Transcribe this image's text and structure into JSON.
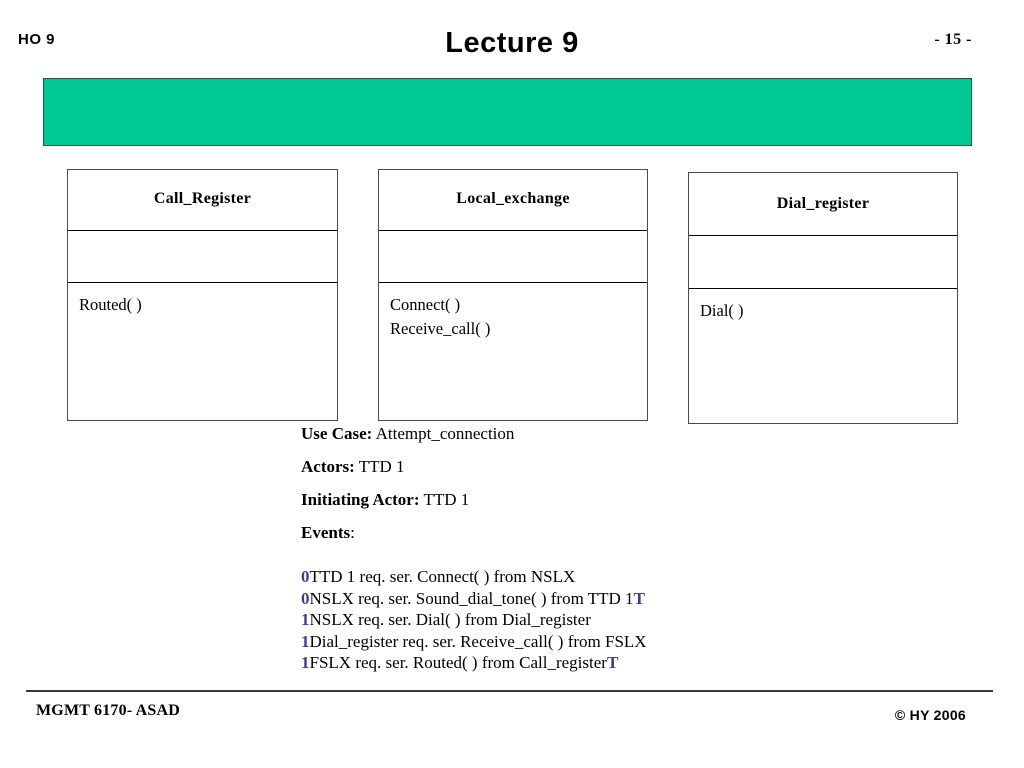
{
  "header": {
    "handout_label": "HO  9",
    "title": "Lecture  9",
    "page_number": "- 15 -"
  },
  "banner": {
    "color": "#00c894",
    "text": ""
  },
  "class_diagram": {
    "boxes": [
      {
        "name": "Call_Register",
        "attributes": "",
        "operations": "Routed( )"
      },
      {
        "name": "Local_exchange",
        "attributes": "",
        "operations_line1": "Connect( )",
        "operations_line2": "Receive_call( )"
      },
      {
        "name": "Dial_register",
        "attributes": "",
        "operations": "Dial( )"
      }
    ]
  },
  "use_case": {
    "rows": [
      {
        "key": "Use Case:",
        "value": " Attempt_connection"
      },
      {
        "key": "Actors:",
        "value": " TTD 1"
      },
      {
        "key": "Initiating Actor:",
        "value": " TTD 1"
      },
      {
        "key": "Events",
        "value": ":"
      }
    ]
  },
  "events": {
    "accent_color": "#3b3f8c",
    "lines": [
      {
        "num": "0",
        "text": "TTD 1 req. ser. Connect( ) from NSLX",
        "tail": ""
      },
      {
        "num": "0",
        "text": "NSLX req. ser. Sound_dial_tone( ) from TTD 1",
        "tail": "T"
      },
      {
        "num": "1",
        "text": "NSLX req. ser. Dial( ) from Dial_register",
        "tail": ""
      },
      {
        "num": "1",
        "text": "Dial_register req. ser. Receive_call( ) from FSLX",
        "tail": ""
      },
      {
        "num": "1",
        "text": "FSLX  req. ser. Routed( ) from Call_register",
        "tail": "T"
      }
    ]
  },
  "footer": {
    "course": "MGMT 6170- ASAD",
    "copyright": "© HY  2006"
  }
}
